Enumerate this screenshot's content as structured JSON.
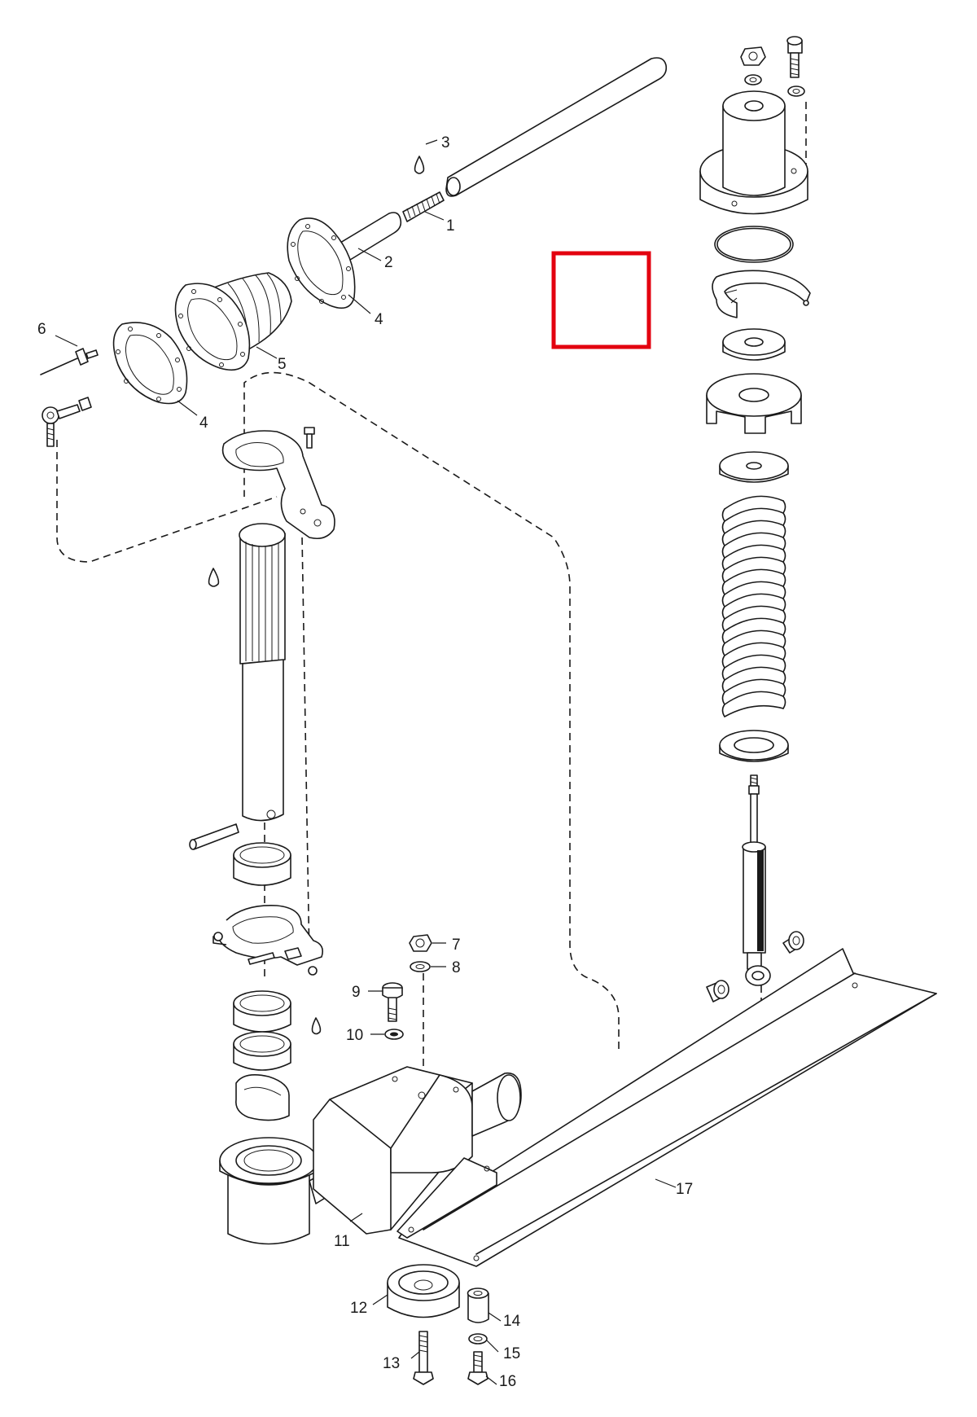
{
  "diagram": {
    "callouts": [
      {
        "id": "1",
        "label": "1"
      },
      {
        "id": "2",
        "label": "2"
      },
      {
        "id": "3",
        "label": "3"
      },
      {
        "id": "4a",
        "label": "4"
      },
      {
        "id": "4b",
        "label": "4"
      },
      {
        "id": "5",
        "label": "5"
      },
      {
        "id": "6",
        "label": "6"
      },
      {
        "id": "7",
        "label": "7"
      },
      {
        "id": "8",
        "label": "8"
      },
      {
        "id": "9",
        "label": "9"
      },
      {
        "id": "10",
        "label": "10"
      },
      {
        "id": "11",
        "label": "11"
      },
      {
        "id": "12",
        "label": "12"
      },
      {
        "id": "13",
        "label": "13"
      },
      {
        "id": "14",
        "label": "14"
      },
      {
        "id": "15",
        "label": "15"
      },
      {
        "id": "16",
        "label": "16"
      },
      {
        "id": "17",
        "label": "17"
      }
    ],
    "highlight_color": "#e3000f",
    "line_color": "#1a1a1a"
  }
}
